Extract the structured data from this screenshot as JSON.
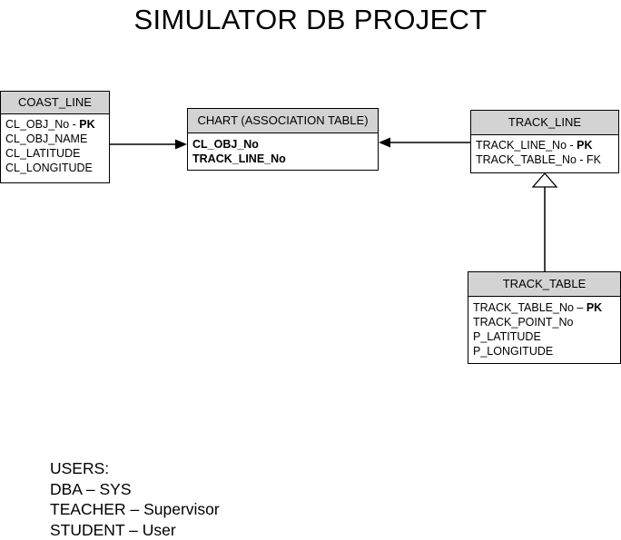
{
  "title": "SIMULATOR DB PROJECT",
  "entities": {
    "coast_line": {
      "name": "COAST_LINE",
      "attrs": [
        {
          "text": "CL_OBJ_No - ",
          "suffix": "PK"
        },
        {
          "text": "CL_OBJ_NAME",
          "suffix": ""
        },
        {
          "text": "CL_LATITUDE",
          "suffix": ""
        },
        {
          "text": "CL_LONGITUDE",
          "suffix": ""
        }
      ]
    },
    "chart": {
      "name": "CHART (ASSOCIATION TABLE)",
      "attrs": [
        {
          "text": "CL_OBJ_No"
        },
        {
          "text": "TRACK_LINE_No"
        }
      ]
    },
    "track_line": {
      "name": "TRACK_LINE",
      "attrs": [
        {
          "text": "TRACK_LINE_No - ",
          "suffix": "PK"
        },
        {
          "text": "TRACK_TABLE_No - FK",
          "suffix": ""
        }
      ]
    },
    "track_table": {
      "name": "TRACK_TABLE",
      "attrs": [
        {
          "text": "TRACK_TABLE_No – ",
          "suffix": "PK"
        },
        {
          "text": "TRACK_POINT_No",
          "suffix": ""
        },
        {
          "text": "P_LATITUDE",
          "suffix": ""
        },
        {
          "text": "P_LONGITUDE",
          "suffix": ""
        }
      ]
    }
  },
  "users": {
    "heading": "USERS:",
    "lines": [
      "DBA – SYS",
      "TEACHER – Supervisor",
      "STUDENT – User"
    ]
  }
}
